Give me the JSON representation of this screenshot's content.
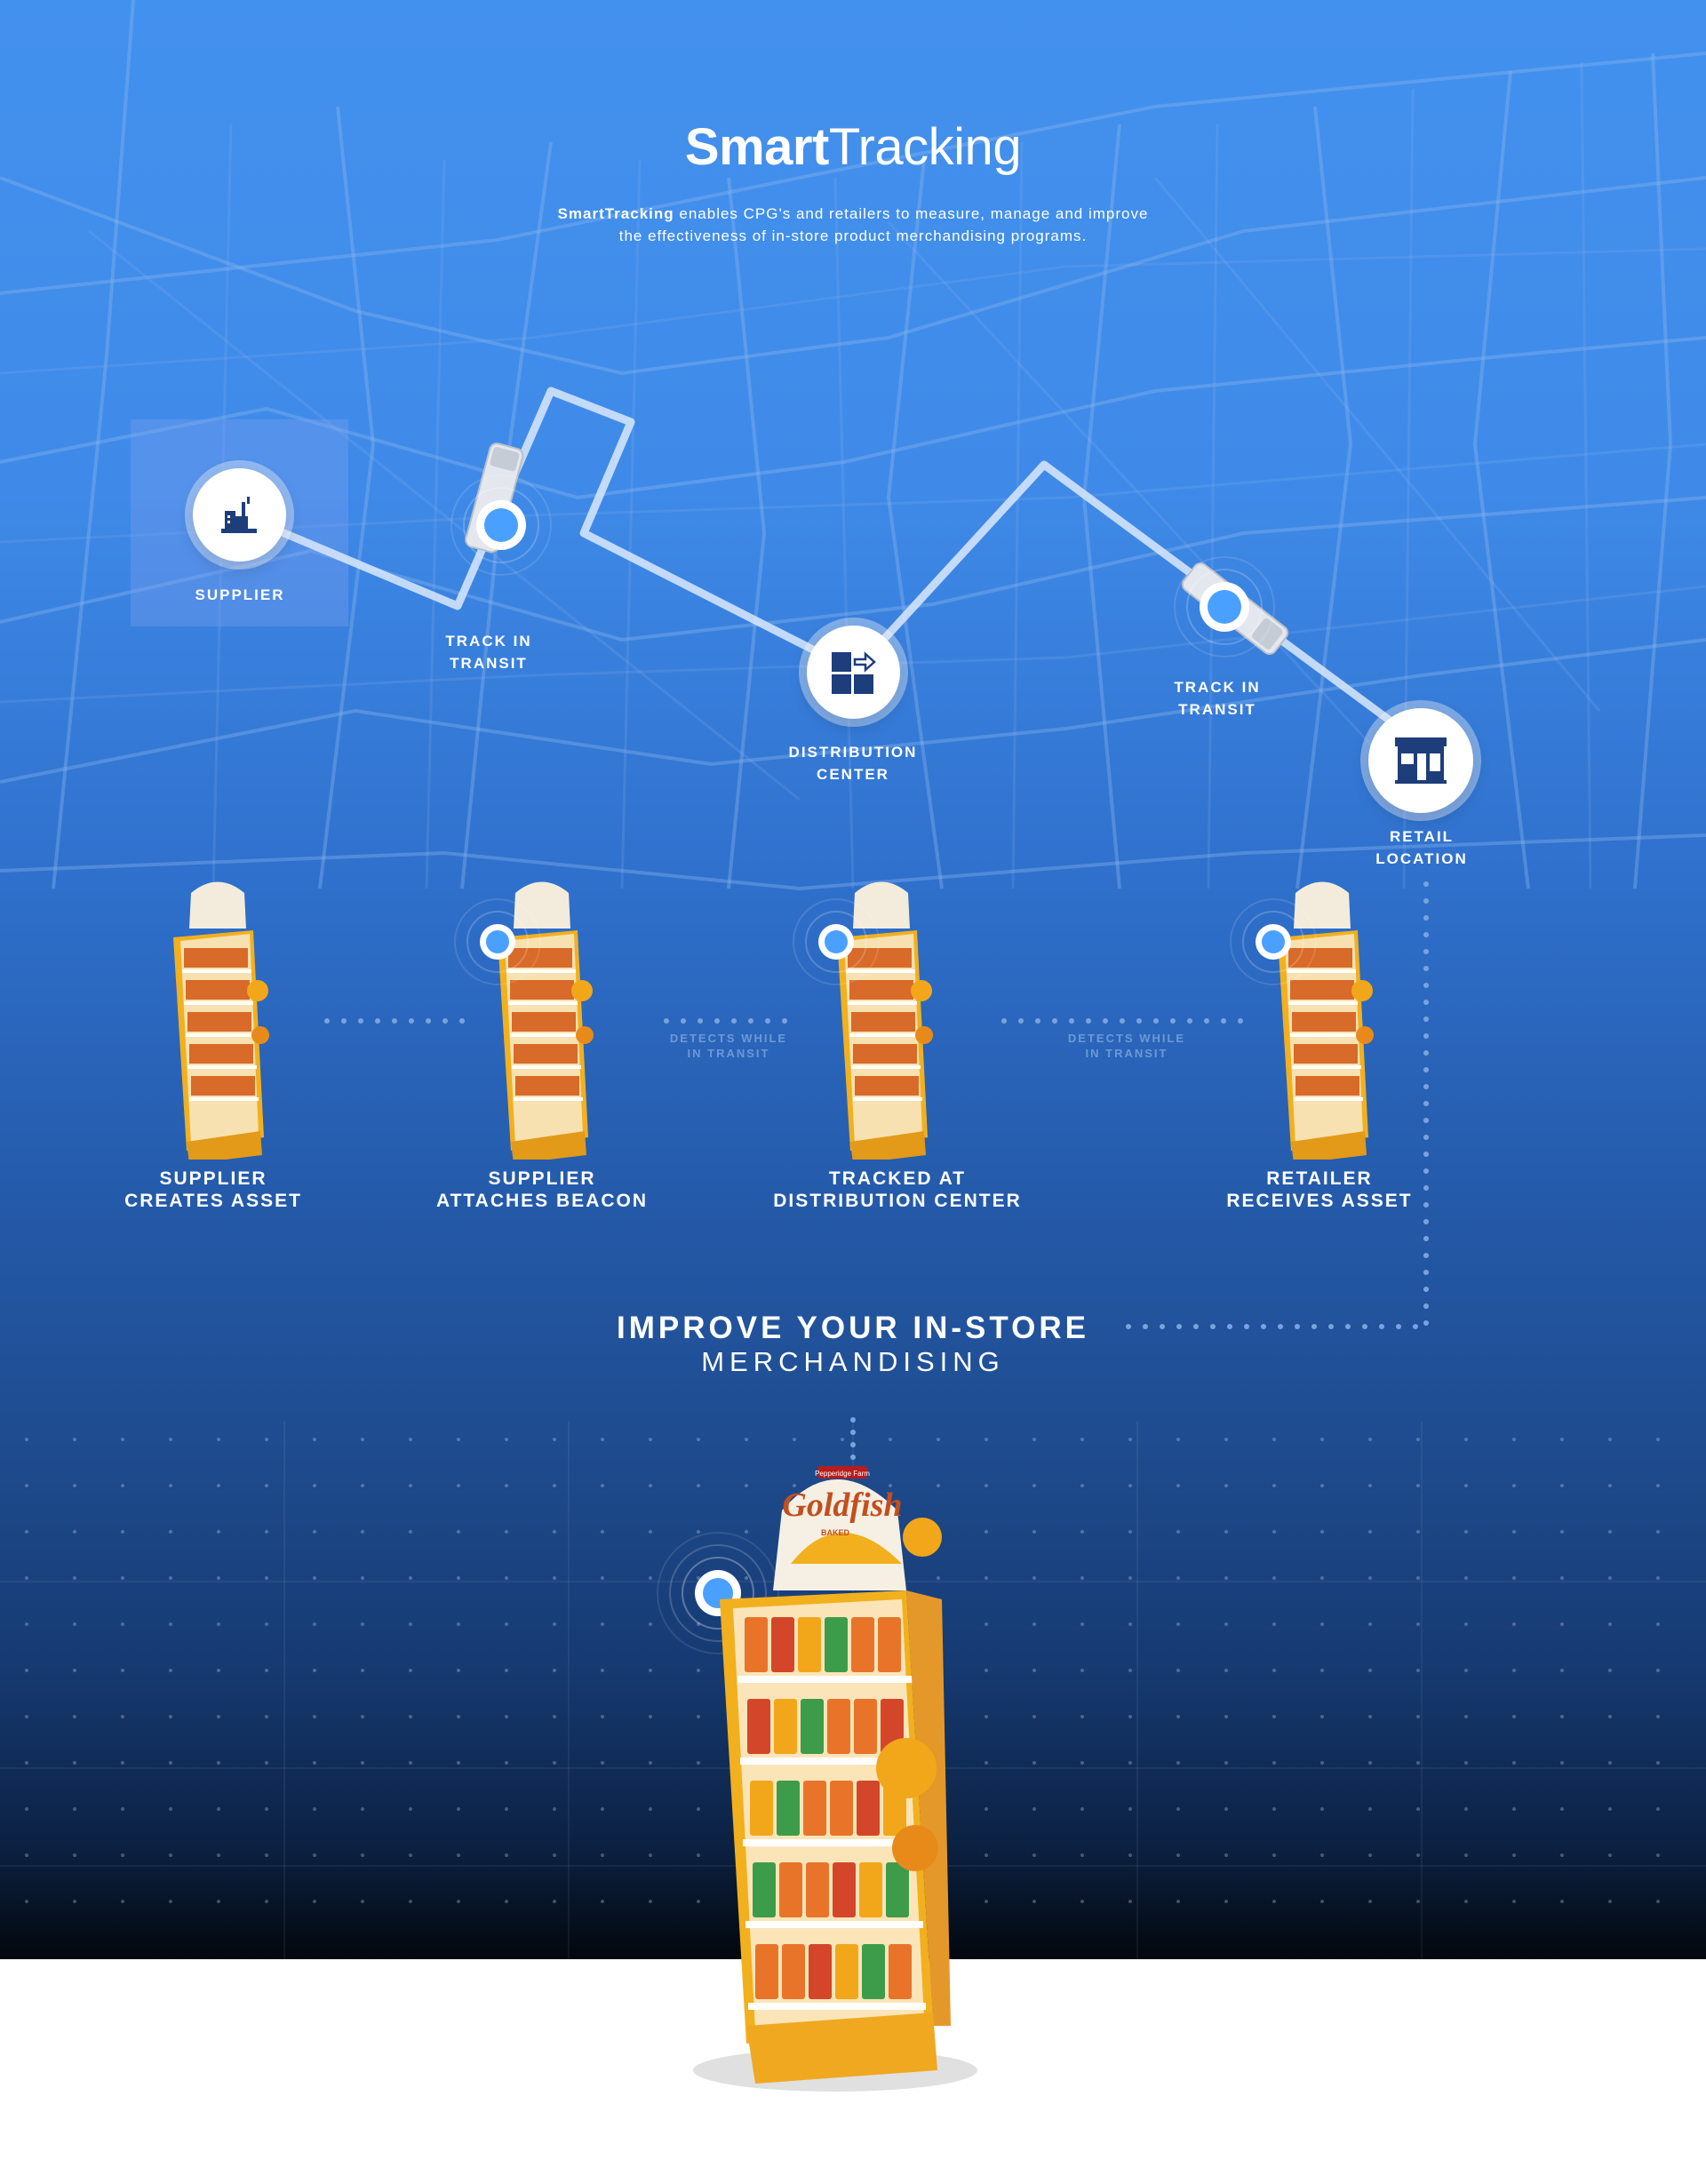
{
  "header": {
    "title_bold": "Smart",
    "title_light": "Tracking",
    "subtitle_brand": "SmartTracking",
    "subtitle_line1": " enables CPG's and retailers to measure, manage and improve",
    "subtitle_line2": "the effectiveness of in-store product merchandising programs."
  },
  "route": {
    "supplier": {
      "label": "SUPPLIER",
      "icon": "factory-icon"
    },
    "transit_1": {
      "line1": "TRACK IN",
      "line2": "TRANSIT",
      "icon": "truck-icon"
    },
    "distribution": {
      "line1": "DISTRIBUTION",
      "line2": "CENTER",
      "icon": "distribution-grid-icon"
    },
    "transit_2": {
      "line1": "TRACK IN",
      "line2": "TRANSIT",
      "icon": "truck-icon"
    },
    "retail": {
      "line1": "RETAIL",
      "line2": "LOCATION",
      "icon": "storefront-icon"
    }
  },
  "steps": [
    {
      "line1": "SUPPLIER",
      "line2": "CREATES ASSET"
    },
    {
      "line1": "SUPPLIER",
      "line2": "ATTACHES BEACON"
    },
    {
      "line1": "TRACKED AT",
      "line2": "DISTRIBUTION CENTER"
    },
    {
      "line1": "RETAILER",
      "line2": "RECEIVES ASSET"
    }
  ],
  "detect": [
    {
      "line1": "DETECTS WHILE",
      "line2": "IN TRANSIT"
    },
    {
      "line1": "DETECTS WHILE",
      "line2": "IN TRANSIT"
    }
  ],
  "improve": {
    "line1": "IMPROVE YOUR IN-STORE",
    "line2": "MERCHANDISING"
  },
  "display": {
    "brand": "Goldfish",
    "sub": "BAKED",
    "maker": "Pepperidge Farm"
  },
  "colors": {
    "accent_blue": "#4391ee",
    "navy": "#1e3d7b",
    "beacon": "#4aa0ff",
    "rack_yellow": "#f2b01e"
  }
}
